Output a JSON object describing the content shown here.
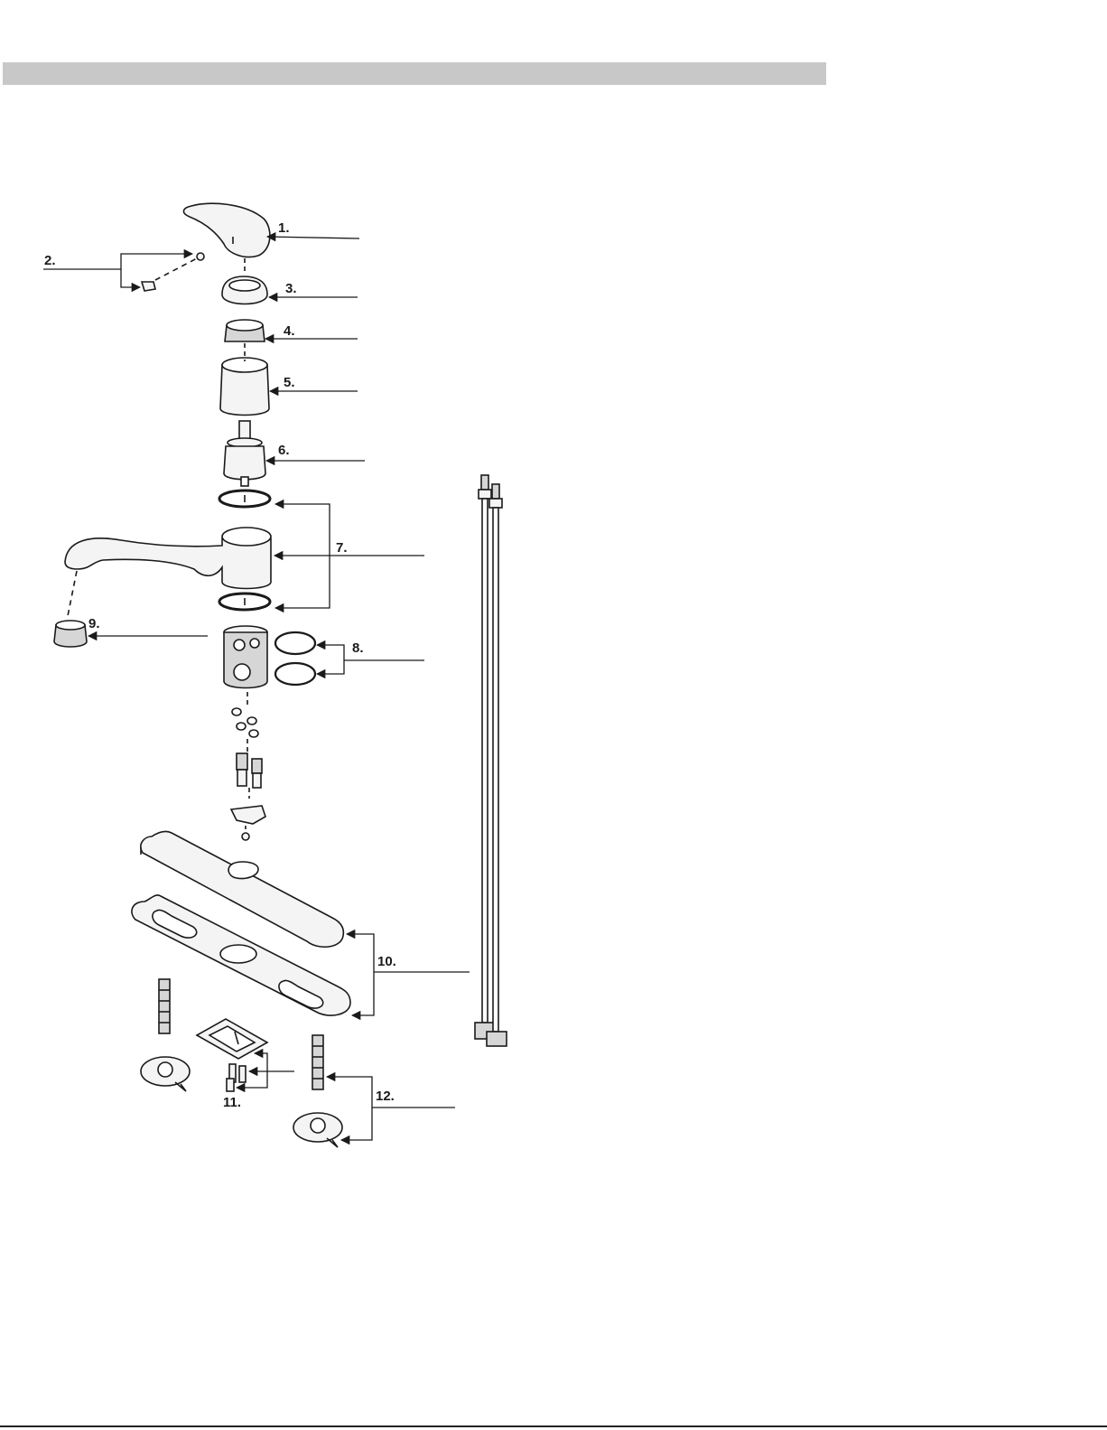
{
  "colors": {
    "header_bar": "#c8c8c8",
    "line": "#1a1a1a",
    "part_fill": "#f4f4f4",
    "part_shade": "#d6d6d6"
  },
  "parts": {
    "p1": "1.",
    "p2": "2.",
    "p3": "3.",
    "p4": "4.",
    "p5": "5.",
    "p6": "6.",
    "p7": "7.",
    "p8": "8.",
    "p9": "9.",
    "p10": "10.",
    "p11": "11.",
    "p12": "12."
  }
}
